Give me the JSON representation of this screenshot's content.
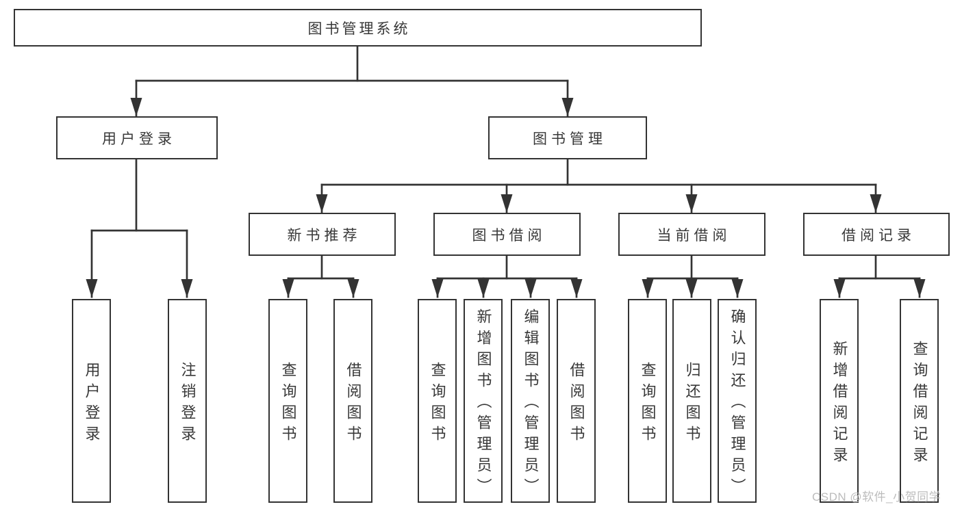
{
  "diagram": {
    "root": {
      "label": "图书管理系统"
    },
    "level2": [
      {
        "label": "用户登录"
      },
      {
        "label": "图书管理"
      }
    ],
    "level3": [
      {
        "label": "新书推荐"
      },
      {
        "label": "图书借阅"
      },
      {
        "label": "当前借阅"
      },
      {
        "label": "借阅记录"
      }
    ],
    "leaves": [
      {
        "label": "用户登录"
      },
      {
        "label": "注销登录"
      },
      {
        "label": "查询图书"
      },
      {
        "label": "借阅图书"
      },
      {
        "label": "查询图书"
      },
      {
        "label": "新增图书（管理员）"
      },
      {
        "label": "编辑图书（管理员）"
      },
      {
        "label": "借阅图书"
      },
      {
        "label": "查询图书"
      },
      {
        "label": "归还图书"
      },
      {
        "label": "确认归还（管理员）"
      },
      {
        "label": "新增借阅记录"
      },
      {
        "label": "查询借阅记录"
      }
    ]
  },
  "watermark": {
    "text": "CSDN @软件_小贺同学"
  },
  "colors": {
    "line": "#333333",
    "text": "#383838",
    "watermark": "#b9b9b9",
    "background": "#ffffff"
  }
}
